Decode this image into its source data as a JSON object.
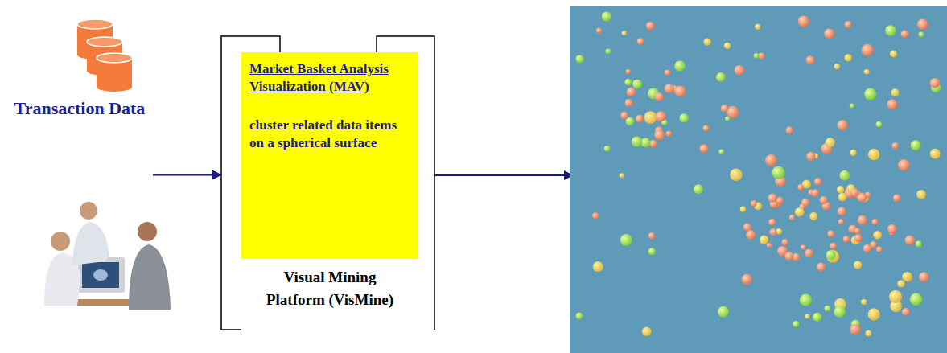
{
  "diagram": {
    "nodes": [
      {
        "text": [
          "Transaction Data"
        ]
      },
      {
        "text": [
          "Visual Mining Platform (VisMine)"
        ]
      },
      {
        "text": [
          "Market Basket Analysis Visualization (MAV)",
          "cluster related data items on a spherical surface"
        ],
        "in": 1
      }
    ],
    "edges": [
      {
        "from": 0,
        "to": 1,
        "arrow": "to"
      }
    ]
  }
}
